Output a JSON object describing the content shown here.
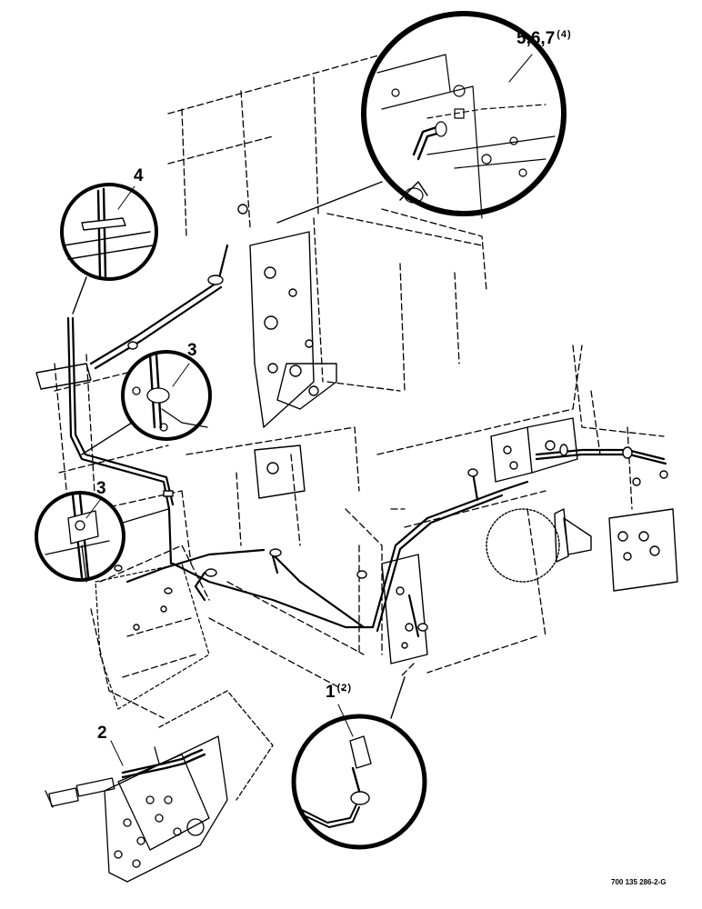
{
  "callouts": {
    "c1": {
      "num": "1",
      "qty": "(2)"
    },
    "c2": {
      "num": "2",
      "qty": ""
    },
    "c3a": {
      "num": "3",
      "qty": ""
    },
    "c3b": {
      "num": "3",
      "qty": ""
    },
    "c4": {
      "num": "4",
      "qty": ""
    },
    "c567": {
      "num": "5,6,7",
      "qty": "(4)"
    }
  },
  "figure_id": "700 135 286-2-G",
  "colors": {
    "ink": "#000000",
    "paper": "#ffffff"
  }
}
